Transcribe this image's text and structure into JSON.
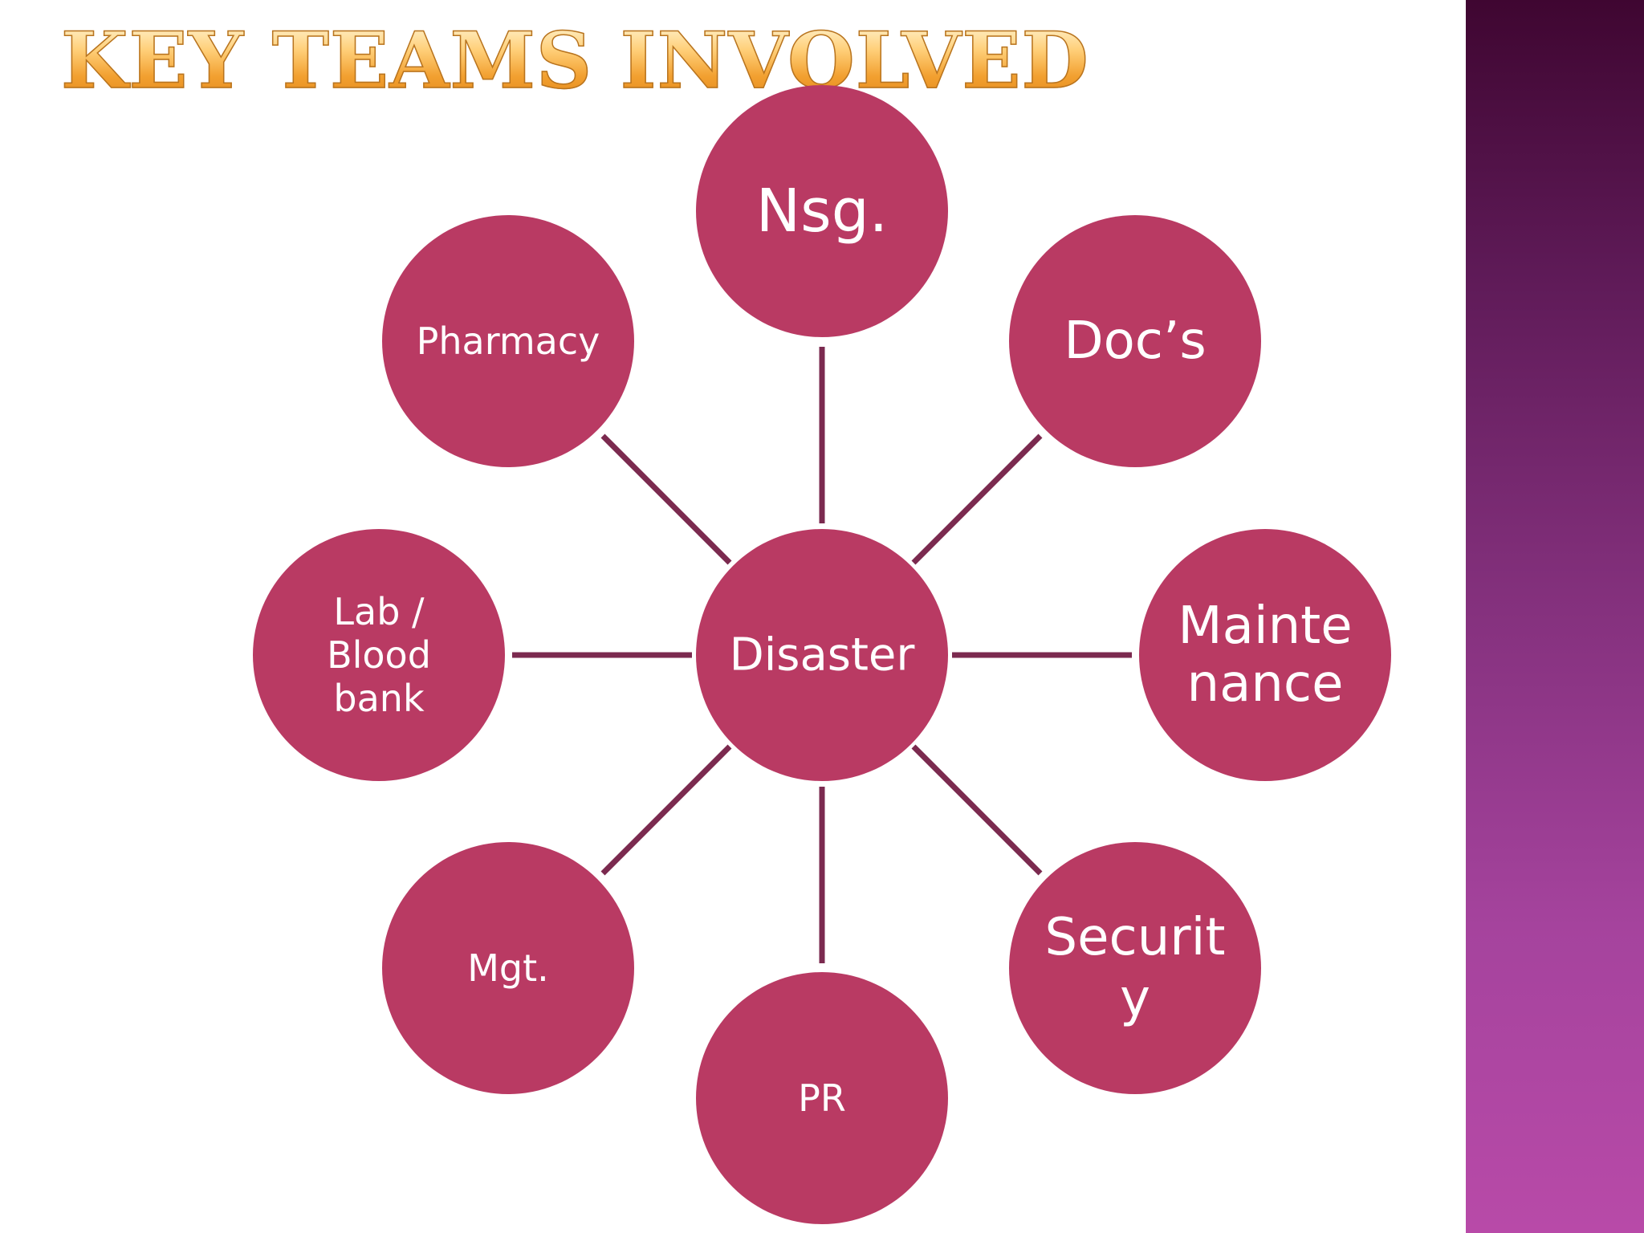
{
  "title": "KEY TEAMS INVOLVED",
  "colors": {
    "node_fill": "#b93a63",
    "connector": "#7b2a4f",
    "label_text": "#ffffff",
    "title_gradient": [
      "#fff3d0",
      "#f2a030"
    ],
    "side_band": [
      "#3f0631",
      "#b84aa8"
    ]
  },
  "center": {
    "label": "Disaster"
  },
  "teams": [
    {
      "id": "nsg",
      "lines": [
        "Nsg."
      ]
    },
    {
      "id": "docs",
      "lines": [
        "Doc’s"
      ]
    },
    {
      "id": "maintenance",
      "lines": [
        "Mainte",
        "nance"
      ]
    },
    {
      "id": "security",
      "lines": [
        "Securit",
        "y"
      ]
    },
    {
      "id": "pr",
      "lines": [
        "PR"
      ]
    },
    {
      "id": "mgt",
      "lines": [
        "Mgt."
      ]
    },
    {
      "id": "lab",
      "lines": [
        "Lab /",
        "Blood",
        "bank"
      ]
    },
    {
      "id": "pharmacy",
      "lines": [
        "Pharmacy"
      ]
    }
  ]
}
